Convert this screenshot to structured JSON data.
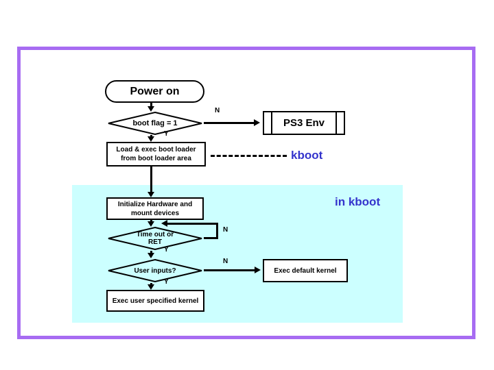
{
  "colors": {
    "frame_border": "#a76cf2",
    "region_bg": "#ccffff",
    "annotation_blue": "#3333cc",
    "shape_border": "#000000",
    "shape_fill": "#ffffff"
  },
  "annotations": {
    "kboot": "kboot",
    "in_kboot": "in kboot"
  },
  "nodes": {
    "power_on": {
      "label": "Power on"
    },
    "boot_flag": {
      "label": "boot flag = 1"
    },
    "ps3_env": {
      "label": "PS3 Env"
    },
    "load_exec": {
      "line1": "Load & exec boot loader",
      "line2": "from boot loader area"
    },
    "init_hw": {
      "line1": "Initialize Hardware and",
      "line2": "mount devices"
    },
    "timeout": {
      "line1": "Time out or",
      "line2": "RET"
    },
    "user_inputs": {
      "label": "User inputs?"
    },
    "exec_default": {
      "label": "Exec default kernel"
    },
    "exec_user": {
      "label": "Exec user specified kernel"
    }
  },
  "edge_labels": {
    "boot_flag_n": "N",
    "boot_flag_y": "Y",
    "timeout_n": "N",
    "timeout_y": "Y",
    "user_inputs_n": "N",
    "user_inputs_y": "Y"
  }
}
